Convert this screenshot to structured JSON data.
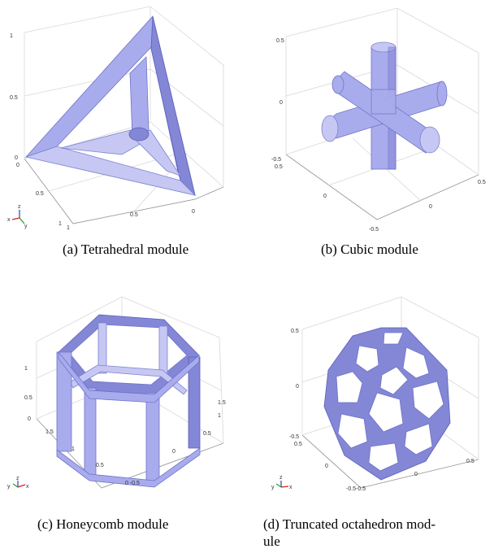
{
  "panels": [
    {
      "caption": "(a)  Tetrahedral module",
      "ticks": [
        "1",
        "0.5",
        "0",
        "0",
        "0.5",
        "1",
        "1",
        "0.5",
        "0"
      ],
      "triad": [
        "x",
        "z",
        "y"
      ]
    },
    {
      "caption": "(b)  Cubic module",
      "ticks": [
        "0.5",
        "0",
        "-0.5",
        "0.5",
        "0",
        "-0.5",
        "0.5",
        "0"
      ],
      "triad": []
    },
    {
      "caption": "(c)  Honeycomb module",
      "ticks": [
        "1",
        "0.5",
        "0",
        "1.5",
        "1",
        "0.5",
        "0 -0.5",
        "1.5",
        "1",
        "0.5",
        "0"
      ],
      "triad": [
        "y",
        "z",
        "x"
      ]
    },
    {
      "caption": "(d)  Truncated octahedron mod-ule",
      "caption_lines": [
        "(d)  Truncated octahedron mod-",
        "ule"
      ],
      "ticks": [
        "0.5",
        "0",
        "-0.5",
        "0.5",
        "0",
        "-0.5",
        "0.5",
        "0",
        "-0.5"
      ],
      "triad": [
        "y",
        "z",
        "x"
      ]
    }
  ],
  "colors": {
    "solid": "#a9acec",
    "edge": "#6f73c9",
    "grid": "#d8d8d8",
    "triad_x": "#d62020",
    "triad_y": "#20a020",
    "triad_z": "#2040d0"
  }
}
